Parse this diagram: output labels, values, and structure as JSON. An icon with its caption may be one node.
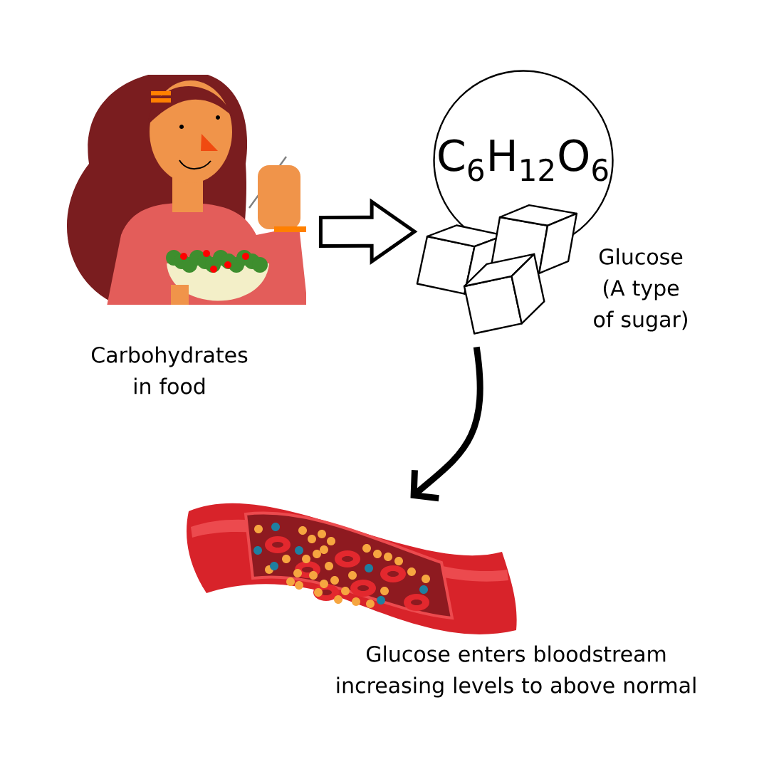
{
  "diagram": {
    "nodes": [
      {
        "text": [],
        "shape": "picture",
        "beside": [
          "Carbohydrates in food"
        ]
      },
      {
        "text": [
          "C$_{6}$H$_{12}$O$_{6}$"
        ],
        "beside": [
          "Glucose (A type of sugar)"
        ]
      },
      {
        "text": [],
        "shape": "picture"
      },
      {
        "text": [],
        "shape": "picture",
        "beside": [
          "Glucose enters bloodstream increasing levels to above normal"
        ]
      }
    ],
    "edges": [
      {
        "from": 0,
        "to": 2,
        "arrow": "to"
      },
      {
        "from": 2,
        "to": 3,
        "arrow": "to"
      }
    ]
  }
}
